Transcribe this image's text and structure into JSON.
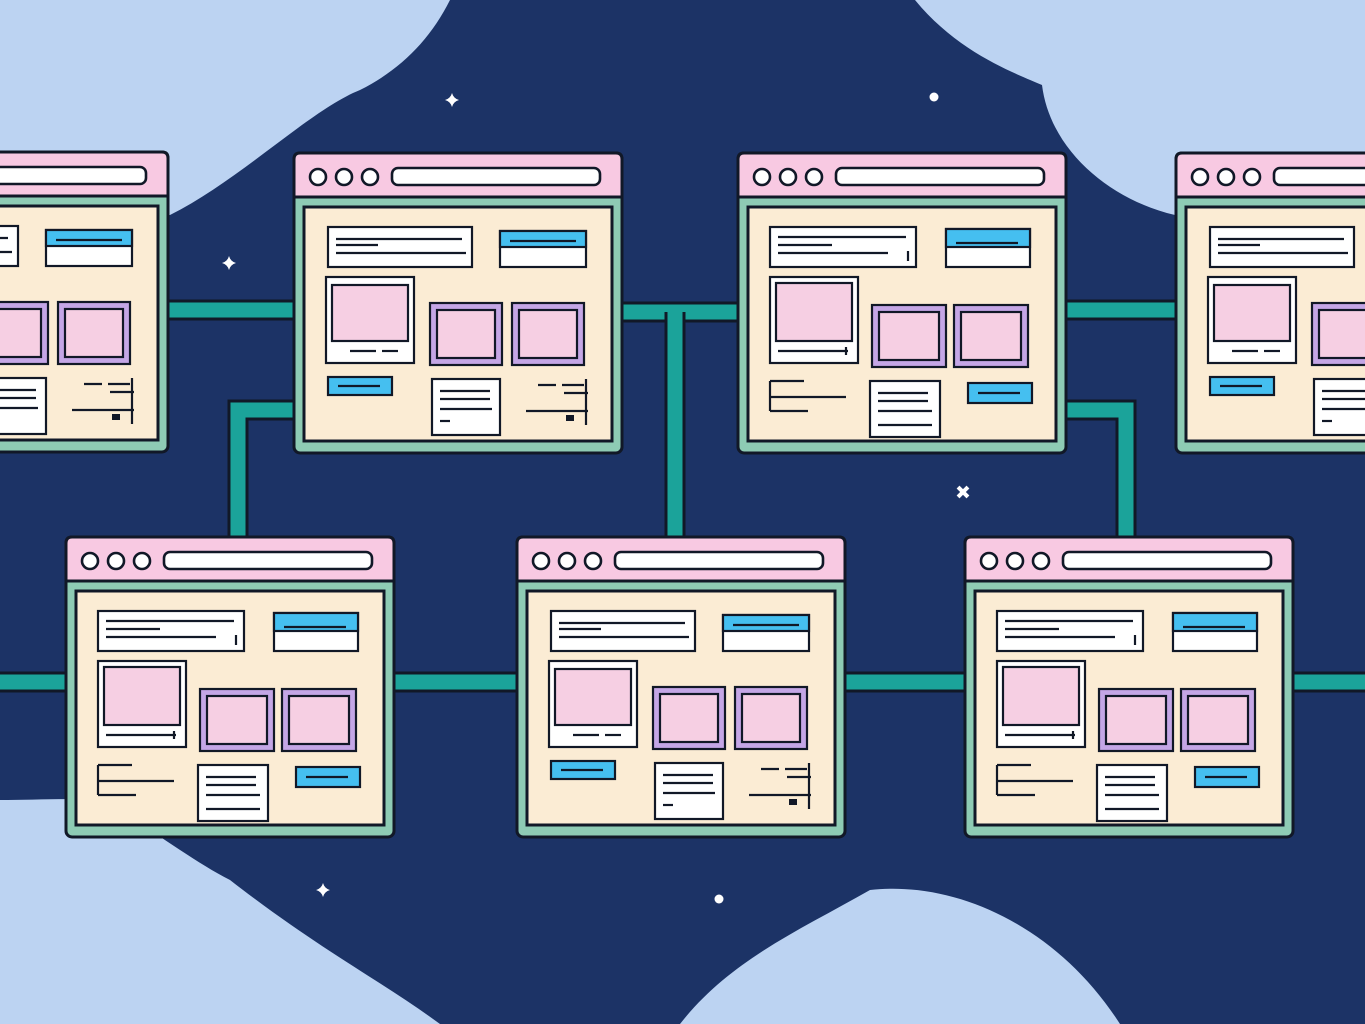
{
  "palette": {
    "sky": "#bcd3f2",
    "night": "#1c3366",
    "ink": "#111827",
    "connector": "#1ba39a",
    "window_border": "#8ecbb4",
    "title_bar": "#f8c9e2",
    "page": "#fbecd4",
    "pink_fill": "#f6cfe3",
    "purple_frame": "#c4a6e6",
    "blue": "#45bff0",
    "white": "#ffffff",
    "star": "#ffffff"
  },
  "windows": [
    {
      "name": "window-top-left-partial",
      "variant": "A"
    },
    {
      "name": "window-top-2",
      "variant": "A"
    },
    {
      "name": "window-top-3",
      "variant": "B"
    },
    {
      "name": "window-top-right-partial",
      "variant": "A"
    },
    {
      "name": "window-bottom-1",
      "variant": "B"
    },
    {
      "name": "window-bottom-2",
      "variant": "A"
    },
    {
      "name": "window-bottom-3",
      "variant": "B"
    }
  ],
  "stars": [
    {
      "name": "star-sparkle"
    },
    {
      "name": "star-dot"
    },
    {
      "name": "star-sparkle"
    },
    {
      "name": "star-cross"
    },
    {
      "name": "star-sparkle"
    },
    {
      "name": "star-dot"
    }
  ]
}
